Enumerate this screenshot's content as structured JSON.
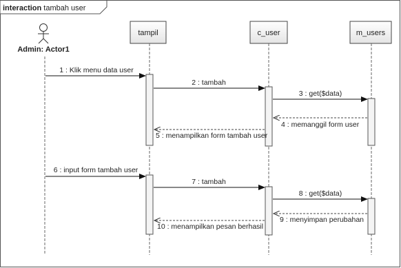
{
  "frame": {
    "keyword": "interaction",
    "name": "tambah user"
  },
  "actor": {
    "label": "Admin: Actor1"
  },
  "lifelines": [
    {
      "id": "tampil",
      "label": "tampil"
    },
    {
      "id": "c_user",
      "label": "c_user"
    },
    {
      "id": "m_users",
      "label": "m_users"
    }
  ],
  "messages": [
    {
      "label": "1 : Klik menu data user",
      "from": "actor",
      "to": "tampil",
      "kind": "call"
    },
    {
      "label": "2 : tambah",
      "from": "tampil",
      "to": "c_user",
      "kind": "call"
    },
    {
      "label": "3 : get($data)",
      "from": "c_user",
      "to": "m_users",
      "kind": "call"
    },
    {
      "label": "4 : memanggil form user",
      "from": "m_users",
      "to": "c_user",
      "kind": "return"
    },
    {
      "label": "5 : menampilkan form tambah user",
      "from": "c_user",
      "to": "tampil",
      "kind": "return"
    },
    {
      "label": "6 : input form tambah user",
      "from": "actor",
      "to": "tampil",
      "kind": "call"
    },
    {
      "label": "7 : tambah",
      "from": "tampil",
      "to": "c_user",
      "kind": "call"
    },
    {
      "label": "8 : get($data)",
      "from": "c_user",
      "to": "m_users",
      "kind": "call"
    },
    {
      "label": "9 : menyimpan perubahan",
      "from": "m_users",
      "to": "c_user",
      "kind": "return"
    },
    {
      "label": "10 : menampilkan pesan berhasil",
      "from": "c_user",
      "to": "tampil",
      "kind": "return"
    }
  ],
  "colors": {
    "line": "#333333",
    "box_fill_top": "#ffffff",
    "box_fill_bottom": "#e6e6e6",
    "activation_fill": "#f4f4f4",
    "text": "#222222"
  }
}
